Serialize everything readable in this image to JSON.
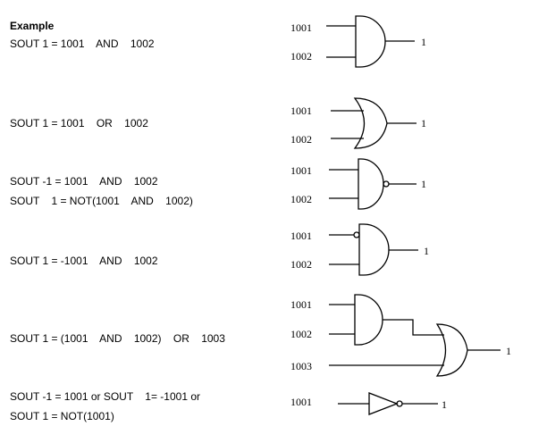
{
  "heading": "Example",
  "examples": [
    {
      "lines": [
        "SOUT 1 = 1001    AND    1002"
      ]
    },
    {
      "lines": [
        "SOUT 1 = 1001    OR    1002"
      ]
    },
    {
      "lines": [
        "SOUT -1 = 1001    AND    1002",
        "SOUT    1 = NOT(1001    AND    1002)"
      ]
    },
    {
      "lines": [
        "SOUT 1 = -1001    AND    1002"
      ]
    },
    {
      "lines": [
        "SOUT 1 = (1001    AND    1002)    OR    1003"
      ]
    },
    {
      "lines": [
        "SOUT -1 = 1001 or SOUT    1= -1001 or",
        "SOUT 1 = NOT(1001)"
      ]
    }
  ],
  "diagrams": {
    "and_gate": {
      "type": "AND",
      "inputs": [
        "1001",
        "1002"
      ],
      "output": "1"
    },
    "or_gate": {
      "type": "OR",
      "inputs": [
        "1001",
        "1002"
      ],
      "output": "1"
    },
    "nand_gate": {
      "type": "NAND",
      "inputs": [
        "1001",
        "1002"
      ],
      "output": "1"
    },
    "and_inverted_input": {
      "type": "AND with inverted first input",
      "inputs": [
        "1001",
        "1002"
      ],
      "output": "1"
    },
    "and_or_combo": {
      "type": "AND into OR",
      "inputs": [
        "1001",
        "1002",
        "1003"
      ],
      "output": "1"
    },
    "not_gate": {
      "type": "NOT",
      "inputs": [
        "1001"
      ],
      "output": "1"
    }
  }
}
